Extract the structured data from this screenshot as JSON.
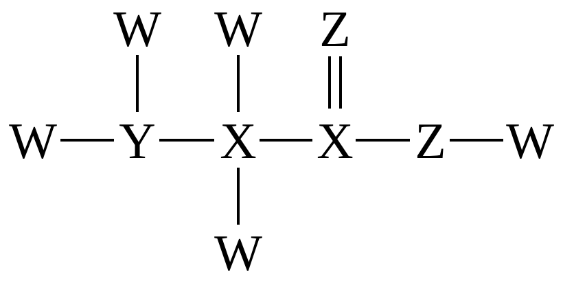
{
  "structure": {
    "atoms": {
      "w_left": "W",
      "y_center": "Y",
      "x_center_1": "X",
      "x_center_2": "X",
      "z_right": "Z",
      "w_right": "W",
      "w_top_1": "W",
      "w_top_2": "W",
      "z_top": "Z",
      "w_bottom": "W"
    },
    "bonds": [
      {
        "from": "w_left",
        "to": "y_center",
        "order": 1
      },
      {
        "from": "y_center",
        "to": "x_center_1",
        "order": 1
      },
      {
        "from": "x_center_1",
        "to": "x_center_2",
        "order": 1
      },
      {
        "from": "x_center_2",
        "to": "z_right",
        "order": 1
      },
      {
        "from": "z_right",
        "to": "w_right",
        "order": 1
      },
      {
        "from": "y_center",
        "to": "w_top_1",
        "order": 1
      },
      {
        "from": "x_center_1",
        "to": "w_top_2",
        "order": 1
      },
      {
        "from": "x_center_2",
        "to": "z_top",
        "order": 2
      },
      {
        "from": "x_center_1",
        "to": "w_bottom",
        "order": 1
      }
    ]
  }
}
